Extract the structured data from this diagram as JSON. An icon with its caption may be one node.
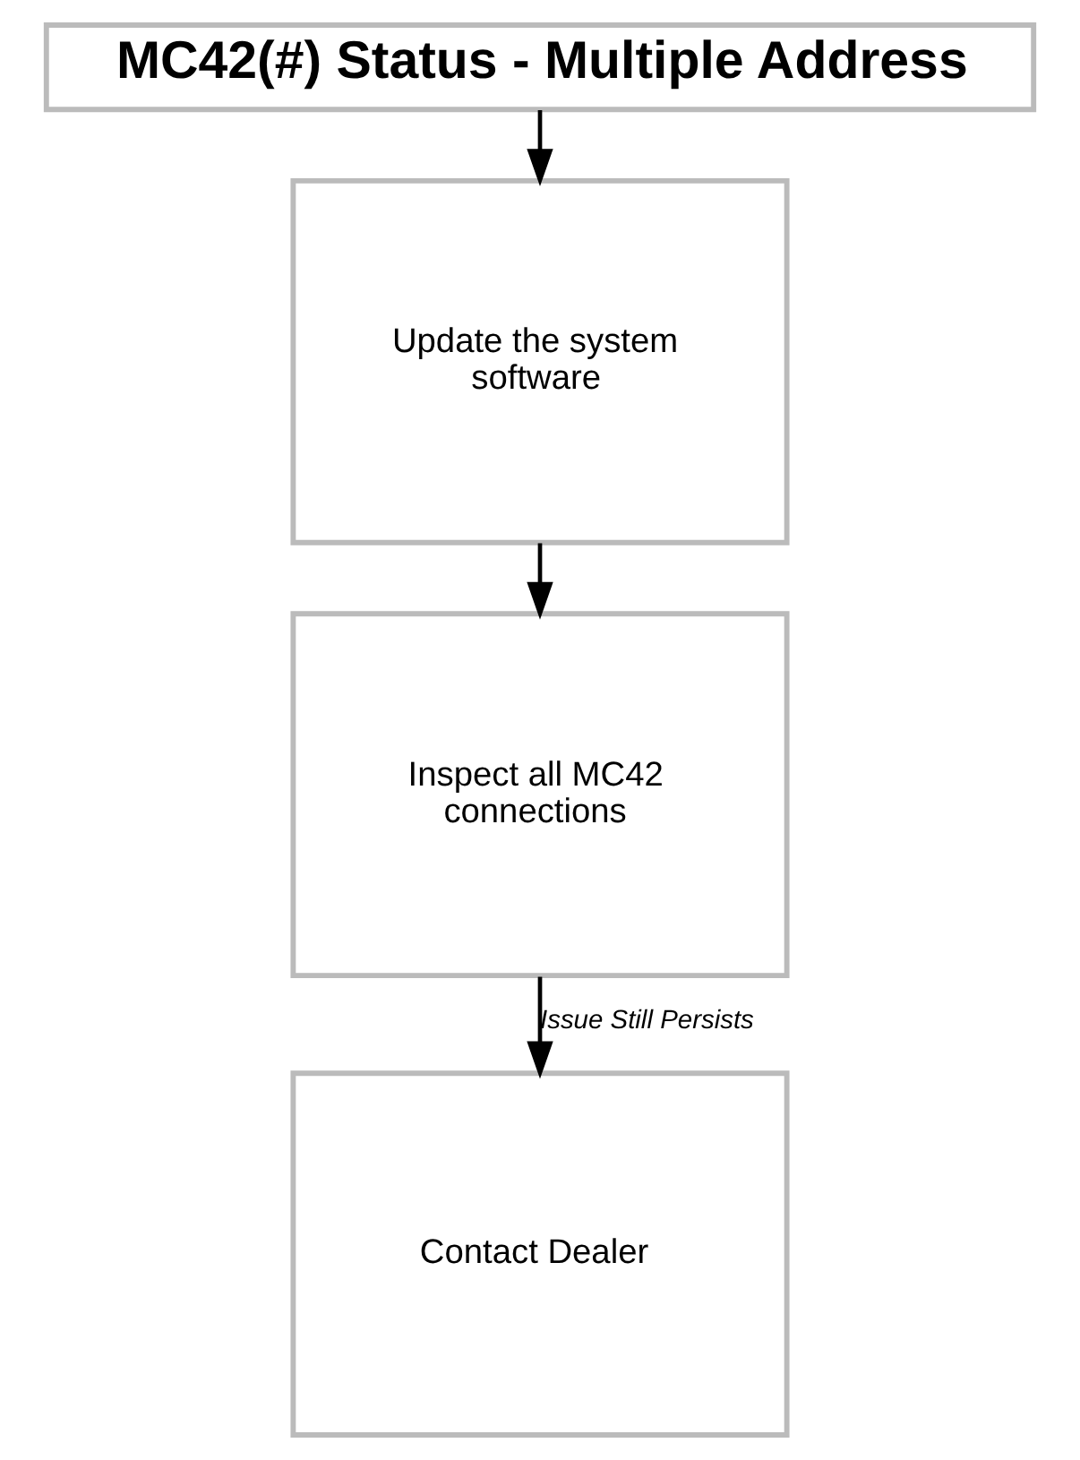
{
  "diagram": {
    "nodes": [
      {
        "text": [
          "MC42(#) Status - Multiple Address"
        ]
      },
      {
        "text": [
          "Update the system software"
        ]
      },
      {
        "text": [
          "Inspect all MC42 connections"
        ]
      },
      {
        "text": [
          "Contact Dealer"
        ]
      }
    ],
    "edges": [
      {
        "from": 0,
        "to": 1,
        "arrow": "to"
      },
      {
        "from": 1,
        "to": 2,
        "arrow": "to"
      },
      {
        "from": 2,
        "to": 3,
        "arrow": "to",
        "label": "Issue Still Persists"
      }
    ]
  }
}
